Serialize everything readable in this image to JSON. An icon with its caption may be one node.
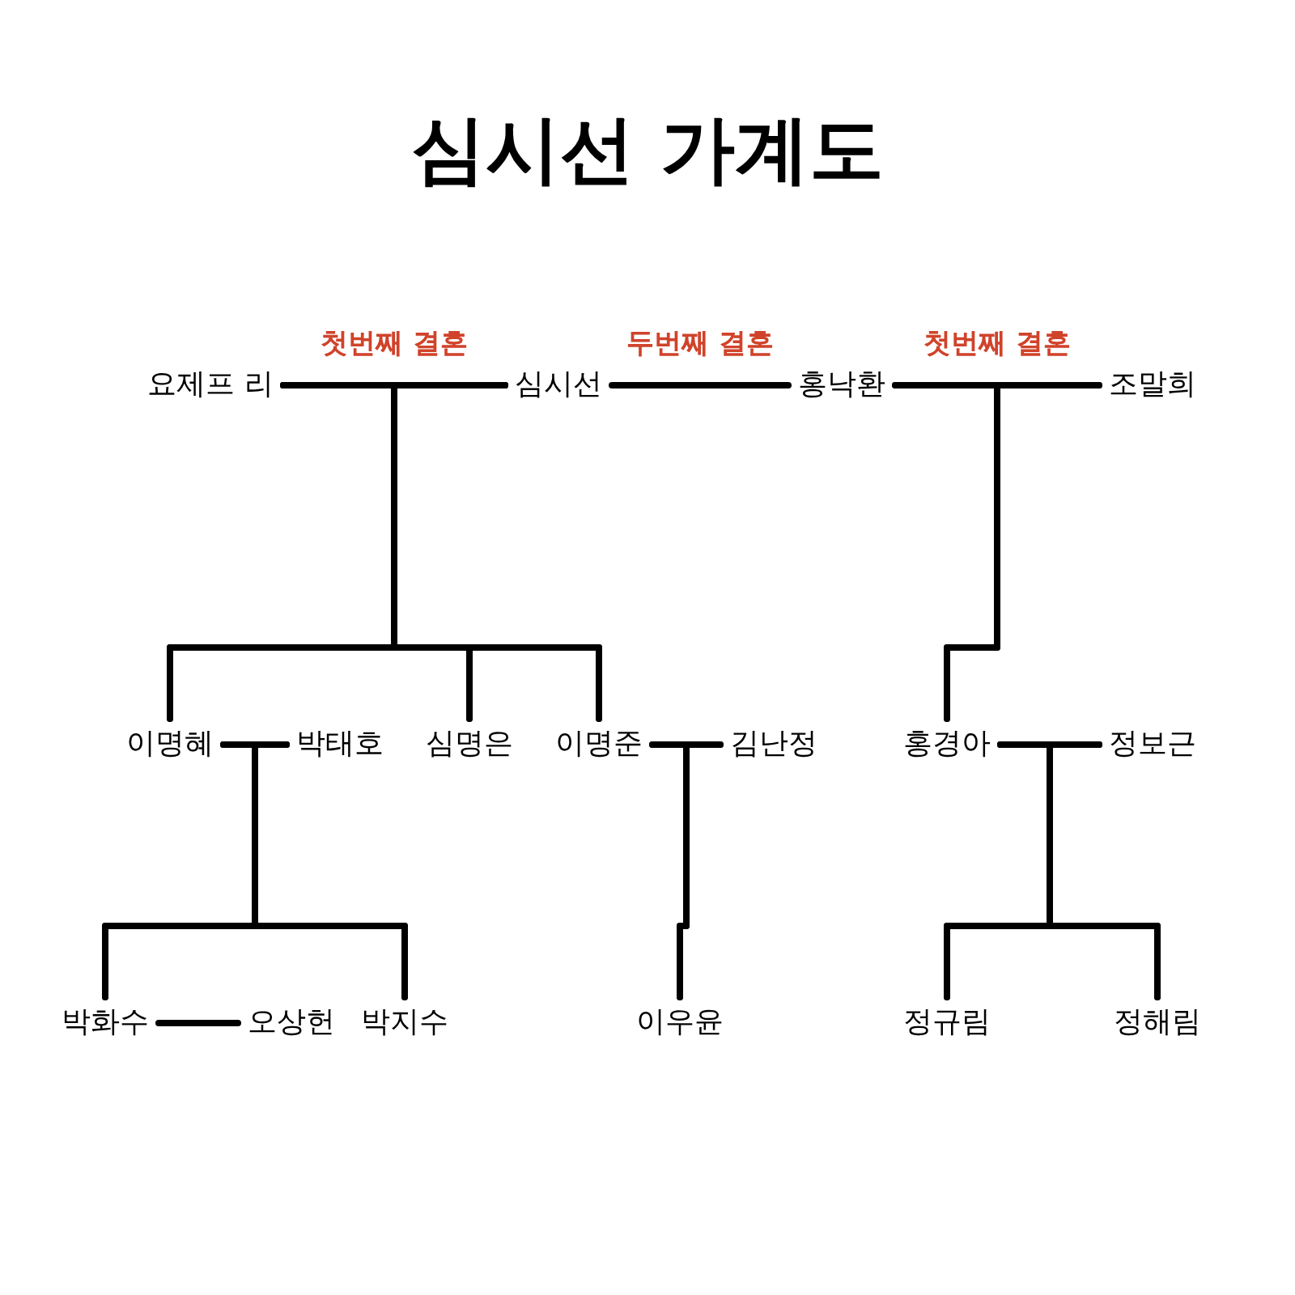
{
  "diagram": {
    "title": "심시선 가계도",
    "nodes": [
      {
        "text": [
          "요제프 리"
        ]
      },
      {
        "text": [
          "심시선"
        ]
      },
      {
        "text": [
          "홍낙환"
        ]
      },
      {
        "text": [
          "조말희"
        ]
      },
      {
        "text": [
          "이명혜"
        ]
      },
      {
        "text": [
          "박태호"
        ]
      },
      {
        "text": [
          "심명은"
        ]
      },
      {
        "text": [
          "이명준"
        ]
      },
      {
        "text": [
          "김난정"
        ]
      },
      {
        "text": [
          "홍경아"
        ]
      },
      {
        "text": [
          "정보근"
        ]
      },
      {
        "text": [
          "박화수"
        ]
      },
      {
        "text": [
          "오상헌"
        ]
      },
      {
        "text": [
          "박지수"
        ]
      },
      {
        "text": [
          "이우윤"
        ]
      },
      {
        "text": [
          "정규림"
        ]
      },
      {
        "text": [
          "정해림"
        ]
      }
    ],
    "edges": [
      {
        "from": 0,
        "to": 1,
        "arrow": "none",
        "label": "첫번째 결혼"
      },
      {
        "from": 1,
        "to": 2,
        "arrow": "none",
        "label": "두번째 결혼"
      },
      {
        "from": 2,
        "to": 3,
        "arrow": "none",
        "label": "첫번째 결혼"
      },
      {
        "from": 0,
        "to": 4,
        "arrow": "none"
      },
      {
        "from": 1,
        "to": 4,
        "arrow": "none"
      },
      {
        "from": 0,
        "to": 6,
        "arrow": "none"
      },
      {
        "from": 1,
        "to": 6,
        "arrow": "none"
      },
      {
        "from": 0,
        "to": 7,
        "arrow": "none"
      },
      {
        "from": 1,
        "to": 7,
        "arrow": "none"
      },
      {
        "from": 2,
        "to": 9,
        "arrow": "none"
      },
      {
        "from": 3,
        "to": 9,
        "arrow": "none"
      },
      {
        "from": 4,
        "to": 5,
        "arrow": "none"
      },
      {
        "from": 4,
        "to": 11,
        "arrow": "none"
      },
      {
        "from": 5,
        "to": 11,
        "arrow": "none"
      },
      {
        "from": 4,
        "to": 13,
        "arrow": "none"
      },
      {
        "from": 5,
        "to": 13,
        "arrow": "none"
      },
      {
        "from": 11,
        "to": 12,
        "arrow": "none"
      },
      {
        "from": 7,
        "to": 8,
        "arrow": "none"
      },
      {
        "from": 7,
        "to": 14,
        "arrow": "none"
      },
      {
        "from": 8,
        "to": 14,
        "arrow": "none"
      },
      {
        "from": 9,
        "to": 10,
        "arrow": "none"
      },
      {
        "from": 9,
        "to": 15,
        "arrow": "none"
      },
      {
        "from": 10,
        "to": 15,
        "arrow": "none"
      },
      {
        "from": 9,
        "to": 16,
        "arrow": "none"
      },
      {
        "from": 10,
        "to": 16,
        "arrow": "none"
      }
    ]
  }
}
